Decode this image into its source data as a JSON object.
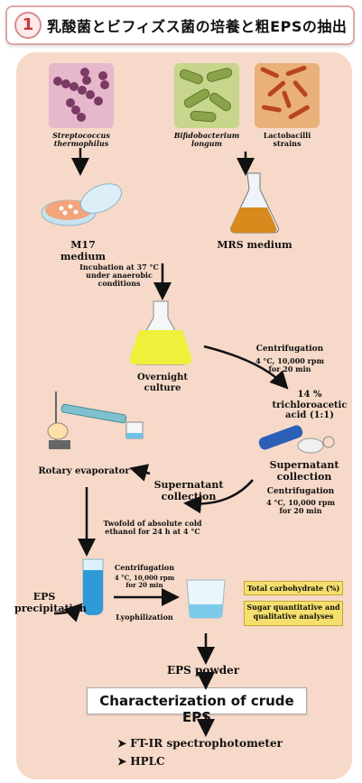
{
  "header": {
    "step_number": "1",
    "title": "乳酸菌とビフィズス菌の培養と粗EPSの抽出"
  },
  "organisms": {
    "strep": "Streptococcus thermophilus",
    "bifido": "Bifidobacterium longum",
    "lacto": "Lactobacilli strains"
  },
  "media": {
    "m17": "M17 medium",
    "mrs": "MRS medium"
  },
  "steps": {
    "incubation": "Incubation at 37 °C under anaerobic conditions",
    "overnight": "Overnight culture",
    "centrifugation1_title": "Centrifugation",
    "centrifugation1_detail": "4 °C, 10,000 rpm for 20 min",
    "tca": "14 % trichloroacetic acid (1:1)",
    "supernatant_right": "Supernatant collection",
    "centrifugation2_title": "Centrifugation",
    "centrifugation2_detail": "4 °C, 10,000 rpm for 20 min",
    "supernatant_mid": "Supernatant collection",
    "rotary": "Rotary evaporator",
    "ethanol": "Twofold of absolute cold ethanol for 24 h at 4 °C",
    "eps_precip": "EPS precipitation",
    "centrifugation3_title": "Centrifugation",
    "centrifugation3_detail": "4 °C, 10,000 rpm for 20 min",
    "lyophilization": "Lyophilization",
    "eps_powder": "EPS powder"
  },
  "analyses": {
    "carb": "Total carbohydrate (%)",
    "sugar": "Sugar quantitative and qualitative analyses"
  },
  "characterization": {
    "title": "Characterization of crude EPS",
    "methods": [
      "FT-IR spectrophotometer",
      "HPLC"
    ]
  }
}
